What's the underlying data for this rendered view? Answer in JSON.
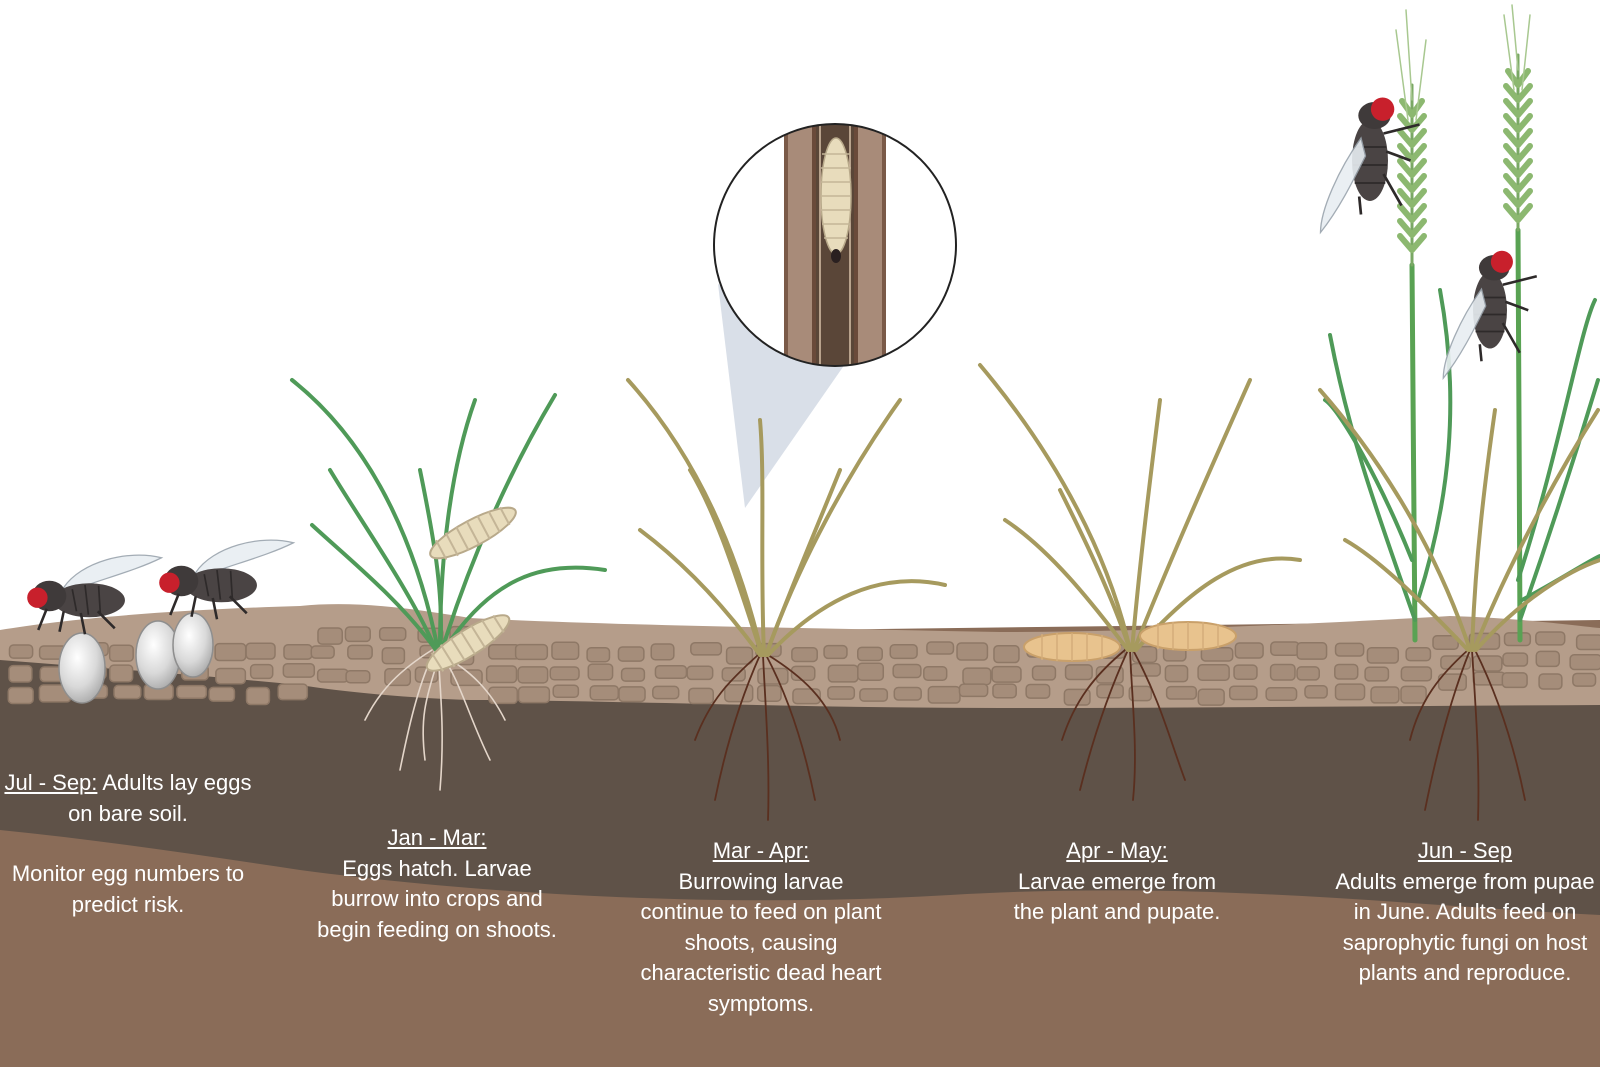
{
  "stages": [
    {
      "id": "jul-sep",
      "period": "Jul - Sep:",
      "text": "Adults lay eggs on bare soil.",
      "note": "Monitor egg numbers to predict risk."
    },
    {
      "id": "jan-mar",
      "period": "Jan - Mar:",
      "text": "Eggs hatch. Larvae burrow into crops and begin feeding on shoots."
    },
    {
      "id": "mar-apr",
      "period": "Mar - Apr:",
      "text": "Burrowing larvae continue to feed on plant shoots, causing characteristic dead heart symptoms."
    },
    {
      "id": "apr-may",
      "period": "Apr - May:",
      "text": "Larvae emerge from the plant and pupate."
    },
    {
      "id": "jun-sep",
      "period": "Jun - Sep",
      "text": "Adults emerge from pupae in June. Adults feed on saprophytic fungi on host plants and reproduce."
    }
  ],
  "colors": {
    "background": "#ffffff",
    "soil_deep": "#8a6c58",
    "soil_dark": "#5f5248",
    "crust": "#b59d8a",
    "crust_stone": "#a58d7a",
    "healthy_leaf": "#4f9a58",
    "damaged_leaf": "#a69a5e",
    "wheat": "#8cb870",
    "larva": "#e8dcbc",
    "pupa": "#e8c38e",
    "fly_body": "#4a4444",
    "fly_eye": "#c8202c",
    "egg": "#d9d9d9",
    "zoom_cone": "#d9dfe8"
  }
}
